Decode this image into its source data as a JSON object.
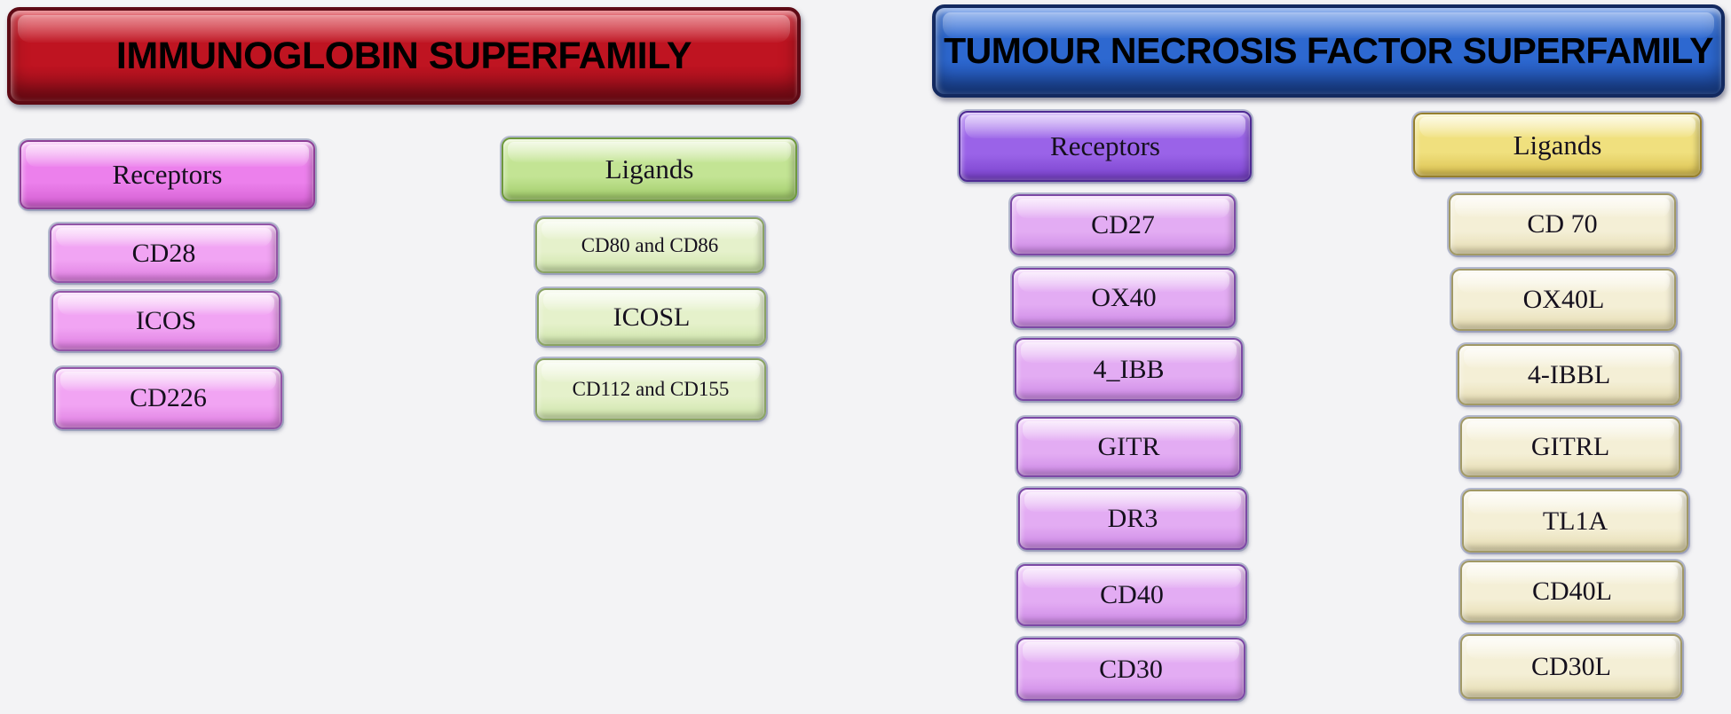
{
  "page": {
    "background_color": "#f3f3f5"
  },
  "ig_superfamily": {
    "title": "IMMUNOGLOBIN SUPERFAMILY",
    "header_color": "#bf1421",
    "receptors": {
      "label": "Receptors",
      "header_color": "#ec80ec",
      "item_color": "#f1a4f3",
      "items": [
        "CD28",
        "ICOS",
        "CD226"
      ]
    },
    "ligands": {
      "label": "Ligands",
      "header_color": "#c3e494",
      "item_color": "#e5f1cb",
      "items": [
        "CD80 and CD86",
        "ICOSL",
        "CD112 and CD155"
      ]
    }
  },
  "tnf_superfamily": {
    "title": "TUMOUR NECROSIS FACTOR SUPERFAMILY",
    "header_color": "#2d68d0",
    "receptors": {
      "label": "Receptors",
      "header_color": "#9a63e8",
      "item_color": "#e3acf3",
      "items": [
        "CD27",
        "OX40",
        "4_IBB",
        "GITR",
        "DR3",
        "CD40",
        "CD30"
      ]
    },
    "ligands": {
      "label": "Ligands",
      "header_color": "#f0e07e",
      "item_color": "#f4efd6",
      "items": [
        "CD 70",
        "OX40L",
        "4-IBBL",
        "GITRL",
        "TL1A",
        "CD40L",
        "CD30L"
      ]
    }
  }
}
